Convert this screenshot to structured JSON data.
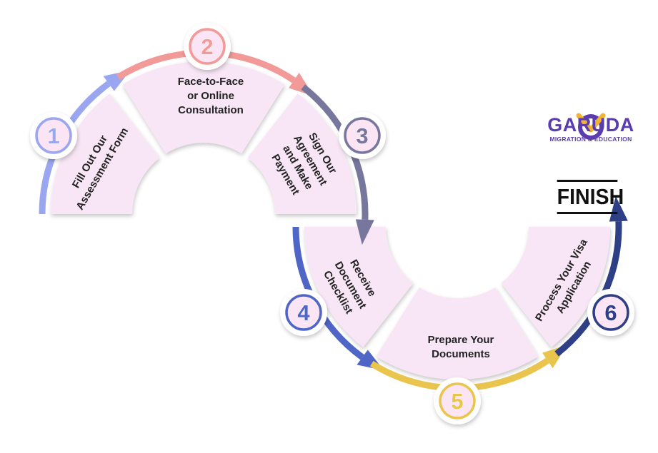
{
  "steps": [
    {
      "number": "1",
      "label": "Fill Out Our\nAssessment Form",
      "color": "#9aa6f0"
    },
    {
      "number": "2",
      "label": "Face-to-Face\nor Online\nConsultation",
      "color": "#f29a98"
    },
    {
      "number": "3",
      "label": "Sign Our\nAgreement\nand Make\nPayment",
      "color": "#77779e"
    },
    {
      "number": "4",
      "label": "Receive\nDocument\nChecklist",
      "color": "#4f66c6"
    },
    {
      "number": "5",
      "label": "Prepare Your\nDocuments",
      "color": "#e9c54e"
    },
    {
      "number": "6",
      "label": "Process Your Visa\nApplication",
      "color": "#2e3f86"
    }
  ],
  "brand": {
    "name": "GARUDA",
    "tagline": "MIGRATION & EDUCATION",
    "color": "#5b3cae",
    "accent": "#f2b233"
  },
  "finish_label": "FINISH",
  "segment_fill": "#f8e6f6",
  "badge_fill": "#fbe4f3"
}
